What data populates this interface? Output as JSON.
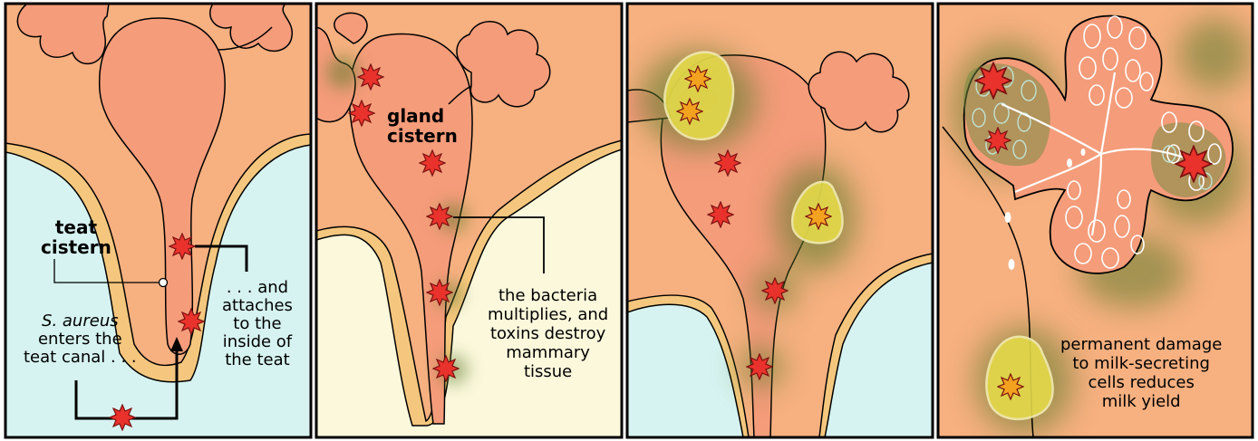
{
  "panels": [
    {
      "labels": {
        "teat_cistern": [
          "teat",
          "cistern"
        ],
        "entry": [
          "S. aureus",
          "enters the",
          "teat canal . . ."
        ],
        "attach": [
          ". . . and",
          "attaches",
          "to the",
          "inside of",
          "the teat"
        ]
      }
    },
    {
      "labels": {
        "gland_cistern": [
          "gland",
          "cistern"
        ],
        "multiply": [
          "the bacteria",
          "multiplies, and",
          "toxins destroy",
          "mammary",
          "tissue"
        ]
      }
    },
    {
      "labels": {}
    },
    {
      "labels": {
        "damage": [
          "permanent damage",
          "to milk-secreting",
          "cells reduces",
          "milk yield"
        ]
      }
    }
  ],
  "colors": {
    "tissue": "#f7b080",
    "cistern": "#f59c7a",
    "udder_wall": "#f5c77e",
    "outside_blue": "#d6f3f1",
    "outside_cream": "#fbf8dc",
    "bacteria_fill": "#e9322c",
    "infection_glow": "#5d7a2c",
    "lesion_fill": "#e4d94a"
  }
}
